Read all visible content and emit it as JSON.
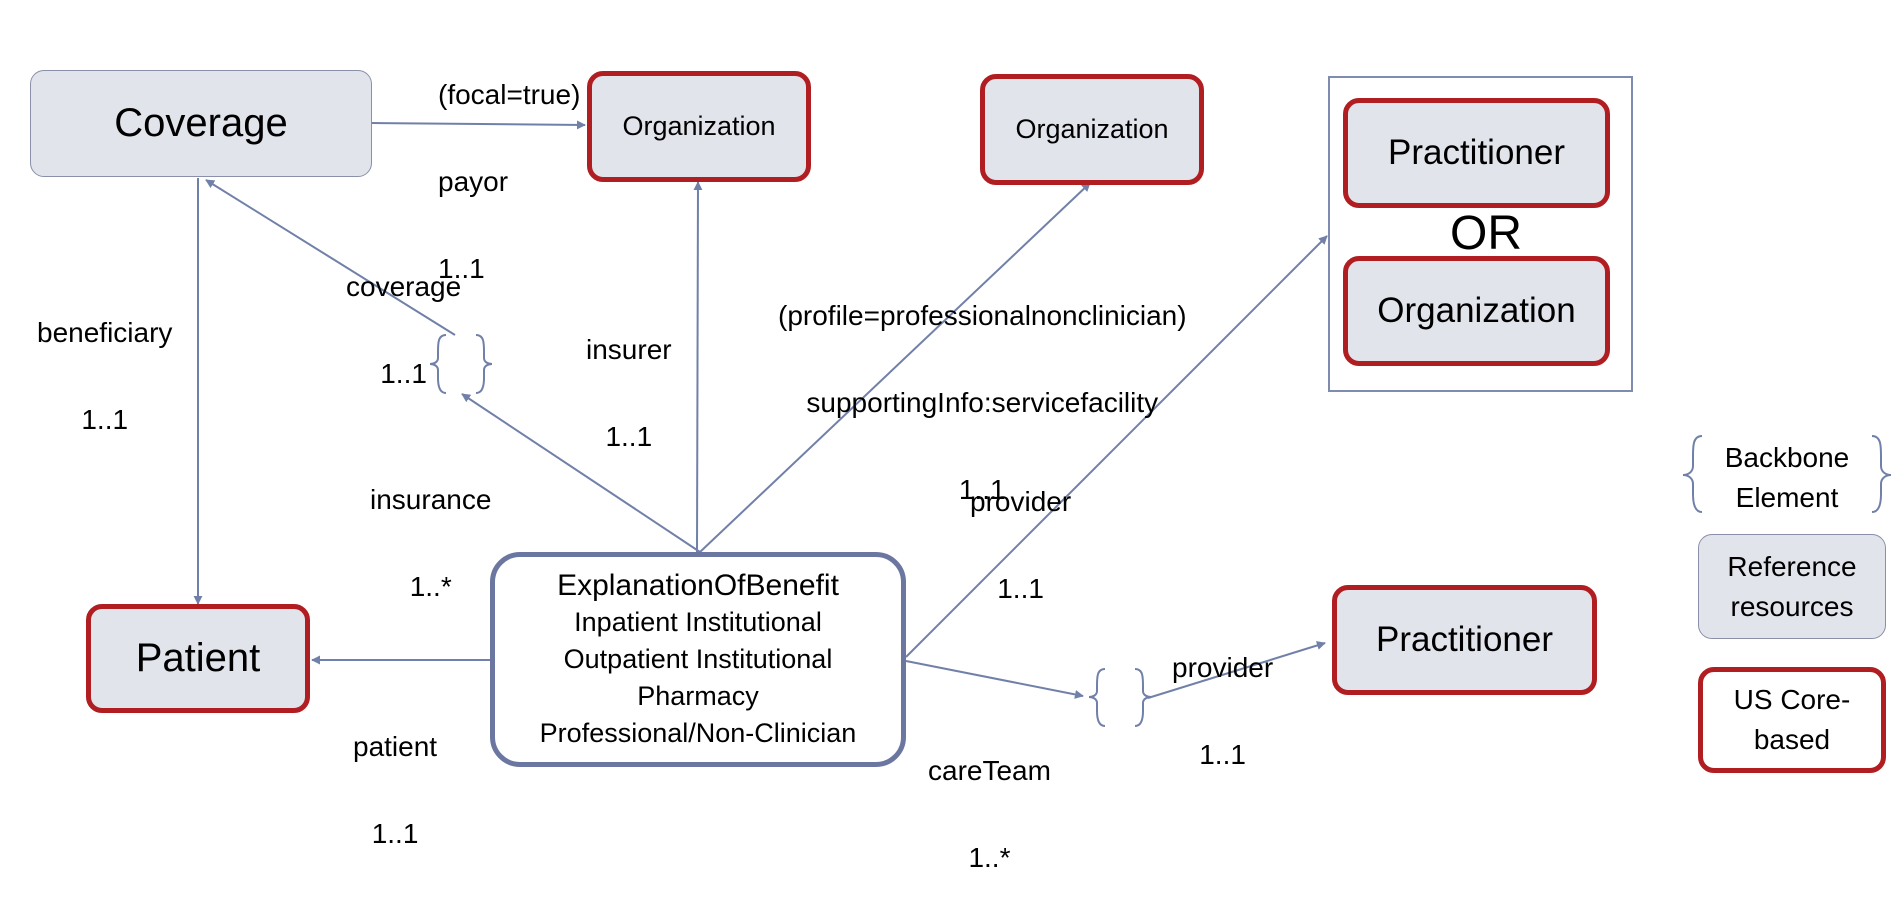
{
  "nodes": {
    "coverage": "Coverage",
    "org_payor": "Organization",
    "org_service": "Organization",
    "practitioner_group": "Practitioner",
    "org_group": "Organization",
    "or_text": "OR",
    "patient": "Patient",
    "eob": {
      "title": "ExplanationOfBenefit",
      "profiles": [
        "Inpatient Institutional",
        "Outpatient Institutional",
        "Pharmacy",
        "Professional/Non-Clinician"
      ]
    },
    "practitioner_care": "Practitioner"
  },
  "edge_labels": {
    "payor_line1": "(focal=true)",
    "payor_line2": "payor",
    "payor_line3": "1..1",
    "coverage_line1": "coverage",
    "coverage_line2": "1..1",
    "beneficiary_line1": "beneficiary",
    "beneficiary_line2": "1..1",
    "insurer_line1": "insurer",
    "insurer_line2": "1..1",
    "servicefacility_line1": "(profile=professionalnonclinician)",
    "servicefacility_line2": "supportingInfo:servicefacility",
    "servicefacility_line3": "1..1",
    "insurance_line1": "insurance",
    "insurance_line2": "1..*",
    "provider_line1": "provider",
    "provider_line2": "1..1",
    "patient_line1": "patient",
    "patient_line2": "1..1",
    "careteam_provider_line1": "provider",
    "careteam_provider_line2": "1..1",
    "careteam_line1": "careTeam",
    "careteam_line2": "1..*"
  },
  "legend": {
    "backbone_line1": "Backbone",
    "backbone_line2": "Element",
    "reference_line1": "Reference",
    "reference_line2": "resources",
    "uscore_line1": "US Core-",
    "uscore_line2": "based"
  },
  "colors": {
    "edge": "#7180a8",
    "us_core_border": "#b01e22",
    "reference_fill": "#e2e4ec"
  }
}
